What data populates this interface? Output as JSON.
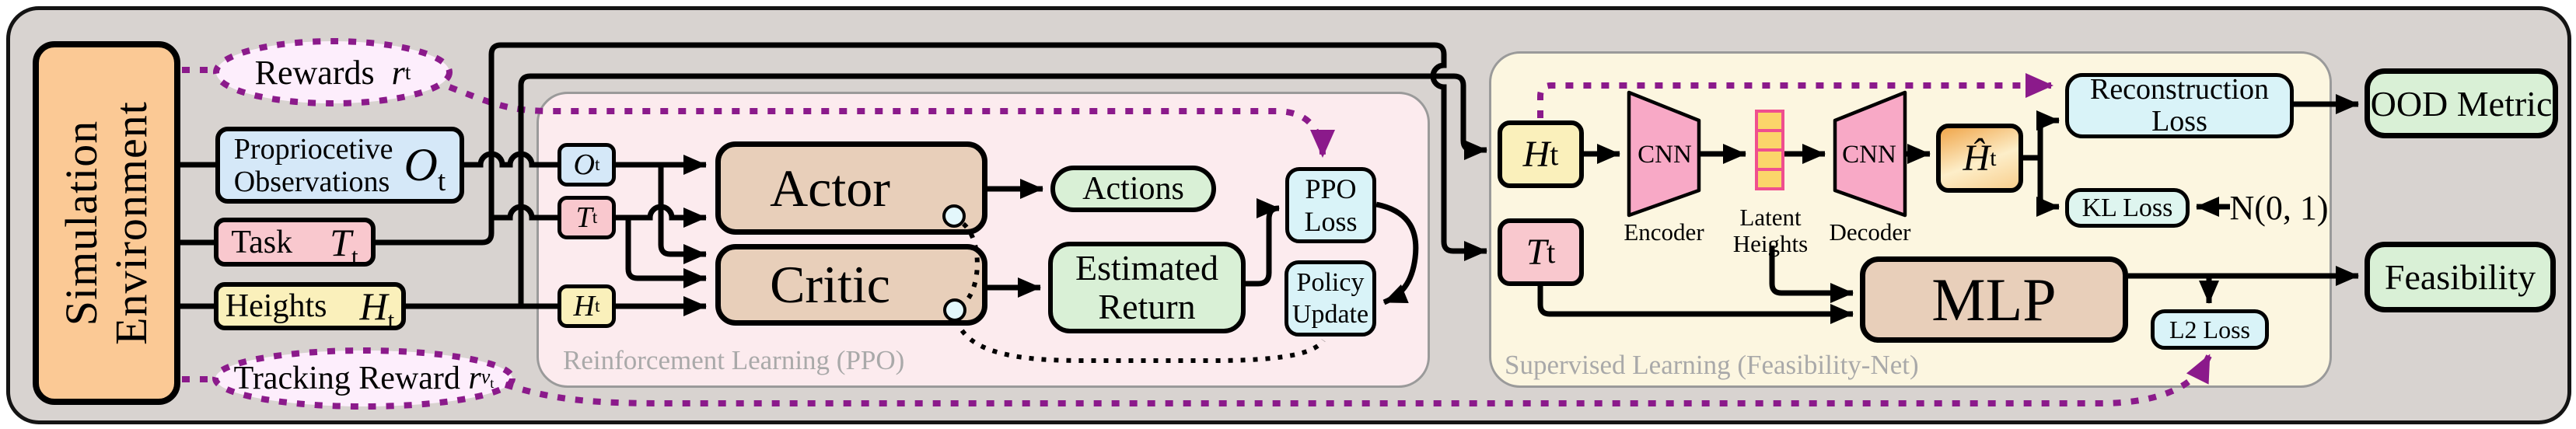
{
  "palette": {
    "background_gray": "#d8d3d0",
    "env_orange": "#fbc995",
    "obs_blue": "#d5e8f8",
    "task_pink": "#f9c8ce",
    "heights_yellow": "#faf0bb",
    "net_tan": "#e8cfba",
    "output_green": "#d9f0d6",
    "loss_cyan": "#d9f3f8",
    "rl_container_pink": "#fcebee",
    "sl_container_cream": "#fcf6e0",
    "cnn_pink": "#f8a9c6",
    "latent_yellow": "#fbd56a",
    "latent_border_pink": "#ef4f8f",
    "purple_dotted": "#8b1a8b",
    "hhat_orange": "#f0a64b"
  },
  "env": {
    "title_line1": "Simulation",
    "title_line2": "Environment"
  },
  "signals": {
    "rewards": {
      "label": "Rewards",
      "sym": {
        "base": "r",
        "sub": "t"
      }
    },
    "tracking_reward": {
      "label": "Tracking Reward",
      "sym": {
        "base": "r",
        "sub": "v",
        "subsub": "t"
      }
    },
    "observations": {
      "label_line1": "Propriocetive",
      "label_line2": "Observations",
      "sym": {
        "base": "O",
        "sub": "t"
      }
    },
    "task": {
      "label": "Task",
      "sym": {
        "base": "T",
        "sub": "t"
      }
    },
    "heights": {
      "label": "Heights",
      "sym": {
        "base": "H",
        "sub": "t"
      }
    }
  },
  "rl": {
    "caption": "Reinforcement Learning (PPO)",
    "obs_in": {
      "base": "O",
      "sub": "t"
    },
    "task_in": {
      "base": "T",
      "sub": "t"
    },
    "heights_in": {
      "base": "H",
      "sub": "t"
    },
    "actor": "Actor",
    "critic": "Critic",
    "actions": "Actions",
    "estimated_return_line1": "Estimated",
    "estimated_return_line2": "Return",
    "ppo_loss_line1": "PPO",
    "ppo_loss_line2": "Loss",
    "policy_update_line1": "Policy",
    "policy_update_line2": "Update"
  },
  "sl": {
    "caption": "Supervised Learning (Feasibility-Net)",
    "heights_in": {
      "base": "H",
      "sub": "t"
    },
    "task_in": {
      "base": "T",
      "sub": "t"
    },
    "encoder_cnn": "CNN",
    "encoder_label": "Encoder",
    "latent_line1": "Latent",
    "latent_line2": "Heights",
    "decoder_cnn": "CNN",
    "decoder_label": "Decoder",
    "h_hat": {
      "base": "Ĥ",
      "sub": "t"
    },
    "reconstruction_line1": "Reconstruction",
    "reconstruction_line2": "Loss",
    "kl_loss": "KL Loss",
    "normal_dist": "N(0, 1)",
    "mlp": "MLP",
    "l2_loss": "L2 Loss"
  },
  "outputs": {
    "ood_metric": "OOD Metric",
    "feasibility": "Feasibility"
  }
}
